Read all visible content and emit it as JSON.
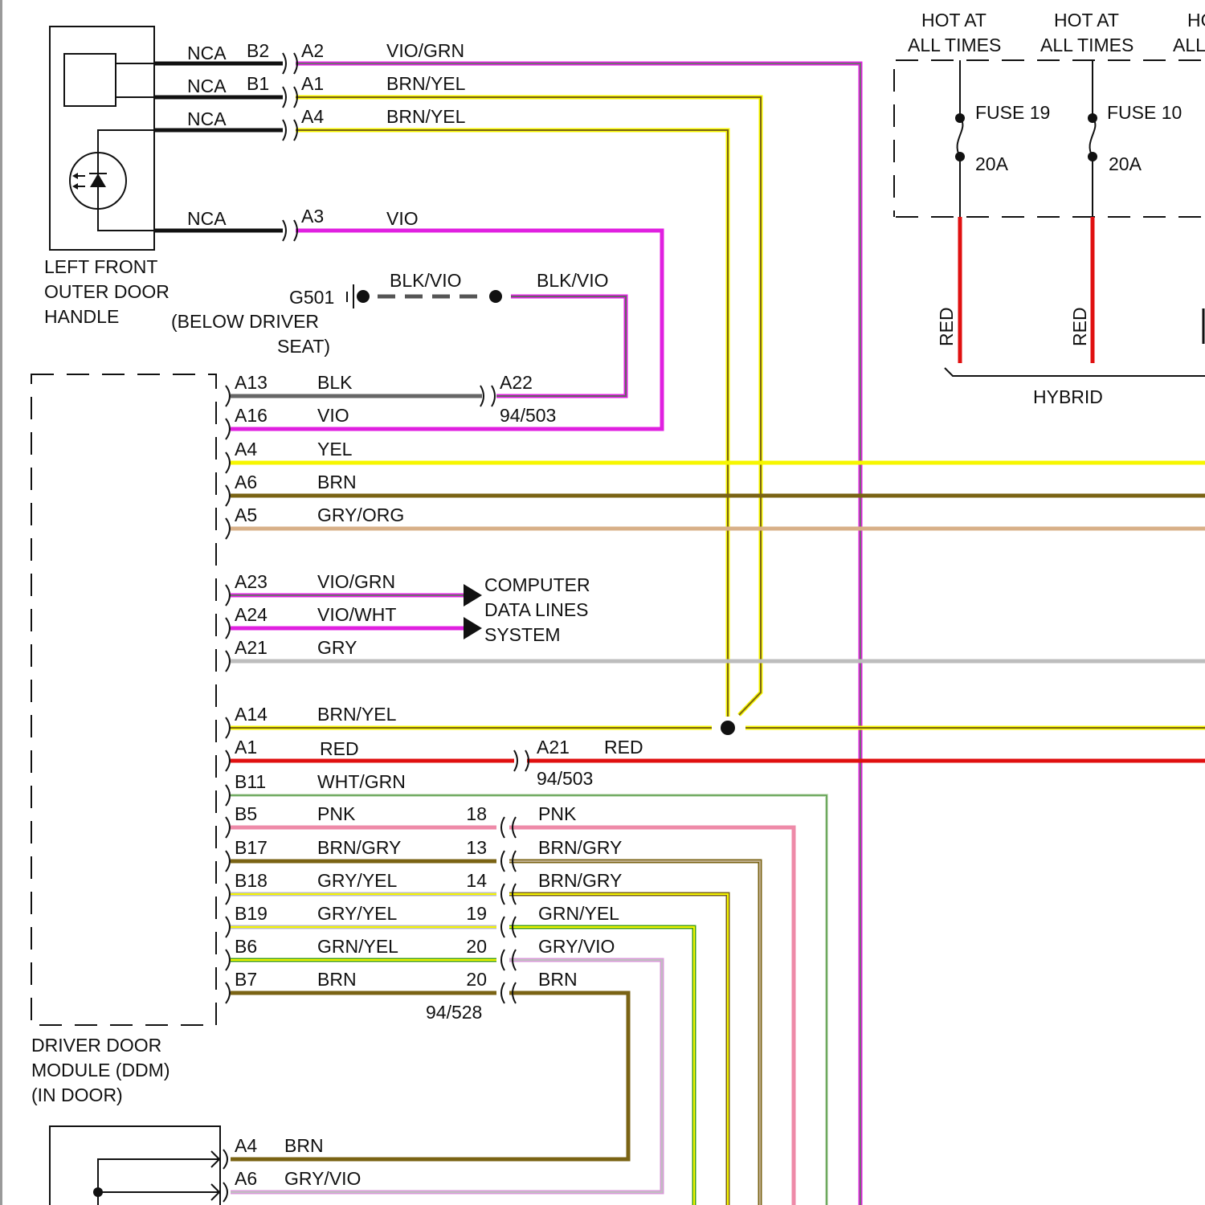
{
  "colors": {
    "VIO": "#e020e0",
    "VIO_stripe": "#707070",
    "GRN_stripe": "#808060",
    "BRN": "#7a6314",
    "YEL": "#f6f600",
    "RED": "#e01010",
    "GRY": "#bdbdbd",
    "BLK": "#666666",
    "ORG": "#d8b088",
    "PNK": "#ee8aa8",
    "GRN": "#44a010",
    "WHT_GRN": "#cfe3c8",
    "LTVIO": "#d89ad8",
    "NCA": "#111111"
  },
  "door_handle": {
    "title_lines": [
      "LEFT FRONT",
      "OUTER DOOR",
      "HANDLE"
    ],
    "wires": [
      {
        "nca": "NCA",
        "pin_left": "B2",
        "pin_right": "A2",
        "color": "VIO/GRN"
      },
      {
        "nca": "NCA",
        "pin_left": "B1",
        "pin_right": "A1",
        "color": "BRN/YEL"
      },
      {
        "nca": "NCA",
        "pin_left": "",
        "pin_right": "A4",
        "color": "BRN/YEL"
      },
      {
        "nca": "NCA",
        "pin_left": "",
        "pin_right": "A3",
        "color": "VIO"
      }
    ]
  },
  "ground": {
    "id": "G501",
    "location_lines": [
      "(BELOW DRIVER",
      "SEAT)"
    ],
    "wire_left": "BLK/VIO",
    "wire_right": "BLK/VIO"
  },
  "ddm": {
    "title_lines": [
      "DRIVER DOOR",
      "MODULE (DDM)",
      "(IN DOOR)"
    ],
    "pins": [
      {
        "pin": "A13",
        "color": "BLK"
      },
      {
        "pin": "A16",
        "color": "VIO"
      },
      {
        "pin": "A4",
        "color": "YEL"
      },
      {
        "pin": "A6",
        "color": "BRN"
      },
      {
        "pin": "A5",
        "color": "GRY/ORG"
      },
      {
        "pin": "A23",
        "color": "VIO/GRN"
      },
      {
        "pin": "A24",
        "color": "VIO/WHT"
      },
      {
        "pin": "A21",
        "color": "GRY"
      },
      {
        "pin": "A14",
        "color": "BRN/YEL"
      },
      {
        "pin": "A1",
        "color": "RED"
      },
      {
        "pin": "B11",
        "color": "WHT/GRN"
      },
      {
        "pin": "B5",
        "color": "PNK"
      },
      {
        "pin": "B17",
        "color": "BRN/GRY"
      },
      {
        "pin": "B18",
        "color": "GRY/YEL"
      },
      {
        "pin": "B19",
        "color": "GRY/YEL"
      },
      {
        "pin": "B6",
        "color": "GRN/YEL"
      },
      {
        "pin": "B7",
        "color": "BRN"
      }
    ]
  },
  "connector_94_503": {
    "id": "94/503",
    "a22_pin": "A22",
    "a21_pin": "A21",
    "a21_color": "RED"
  },
  "connector_94_528": {
    "id": "94/528",
    "rows": [
      {
        "pin": "18",
        "color": "PNK"
      },
      {
        "pin": "13",
        "color": "BRN/GRY"
      },
      {
        "pin": "14",
        "color": "BRN/GRY"
      },
      {
        "pin": "19",
        "color": "GRN/YEL"
      },
      {
        "pin": "20",
        "color": "GRY/VIO"
      },
      {
        "pin": "20",
        "color": "BRN"
      }
    ]
  },
  "data_lines": {
    "label_lines": [
      "COMPUTER",
      "DATA LINES",
      "SYSTEM"
    ]
  },
  "fuse_box": {
    "feeds": [
      {
        "label_lines": [
          "HOT AT",
          "ALL TIMES"
        ],
        "fuse": "FUSE 19",
        "rating": "20A",
        "wire": "RED"
      },
      {
        "label_lines": [
          "HOT AT",
          "ALL TIMES"
        ],
        "fuse": "FUSE 10",
        "rating": "20A",
        "wire": "RED"
      },
      {
        "label_lines": [
          "HO",
          "ALL"
        ],
        "fuse": "",
        "rating": "",
        "wire": ""
      }
    ],
    "bracket_label": "HYBRID"
  },
  "bottom_component": {
    "pins": [
      {
        "pin": "A4",
        "color": "BRN"
      },
      {
        "pin": "A6",
        "color": "GRY/VIO"
      }
    ]
  }
}
